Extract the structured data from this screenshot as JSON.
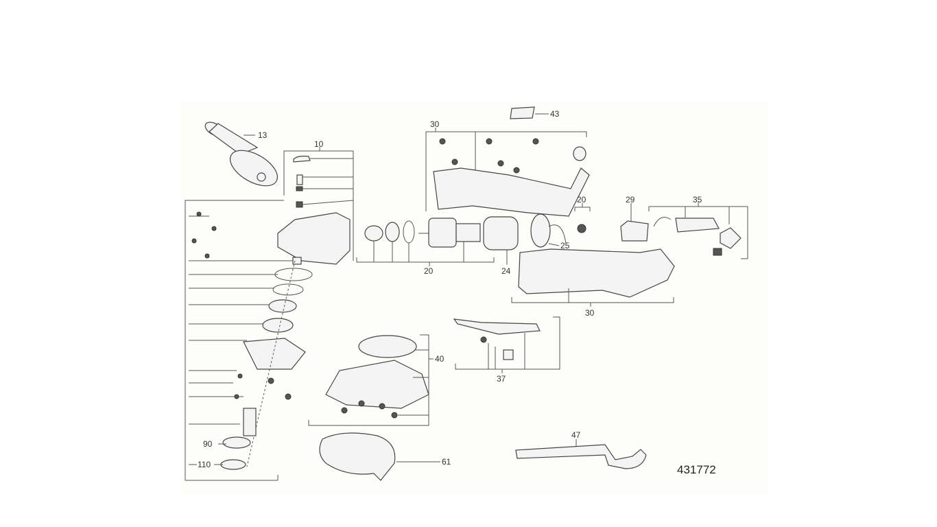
{
  "diagram": {
    "title_number": "431772",
    "labels": {
      "side_handle": "13",
      "gear_case_assembly": "10",
      "housing_top": "30",
      "nameplate": "43",
      "brushes": "20",
      "armature_group": "20",
      "field": "24",
      "brush_holder": "25",
      "controller": "29",
      "switch_assembly": "35",
      "housing_bottom": "30",
      "guard_mount": "40",
      "paddle_switch": "37",
      "inner_flange": "90",
      "flange_nut": "110",
      "wheel_guard": "61",
      "spanner_wrench": "47"
    }
  }
}
